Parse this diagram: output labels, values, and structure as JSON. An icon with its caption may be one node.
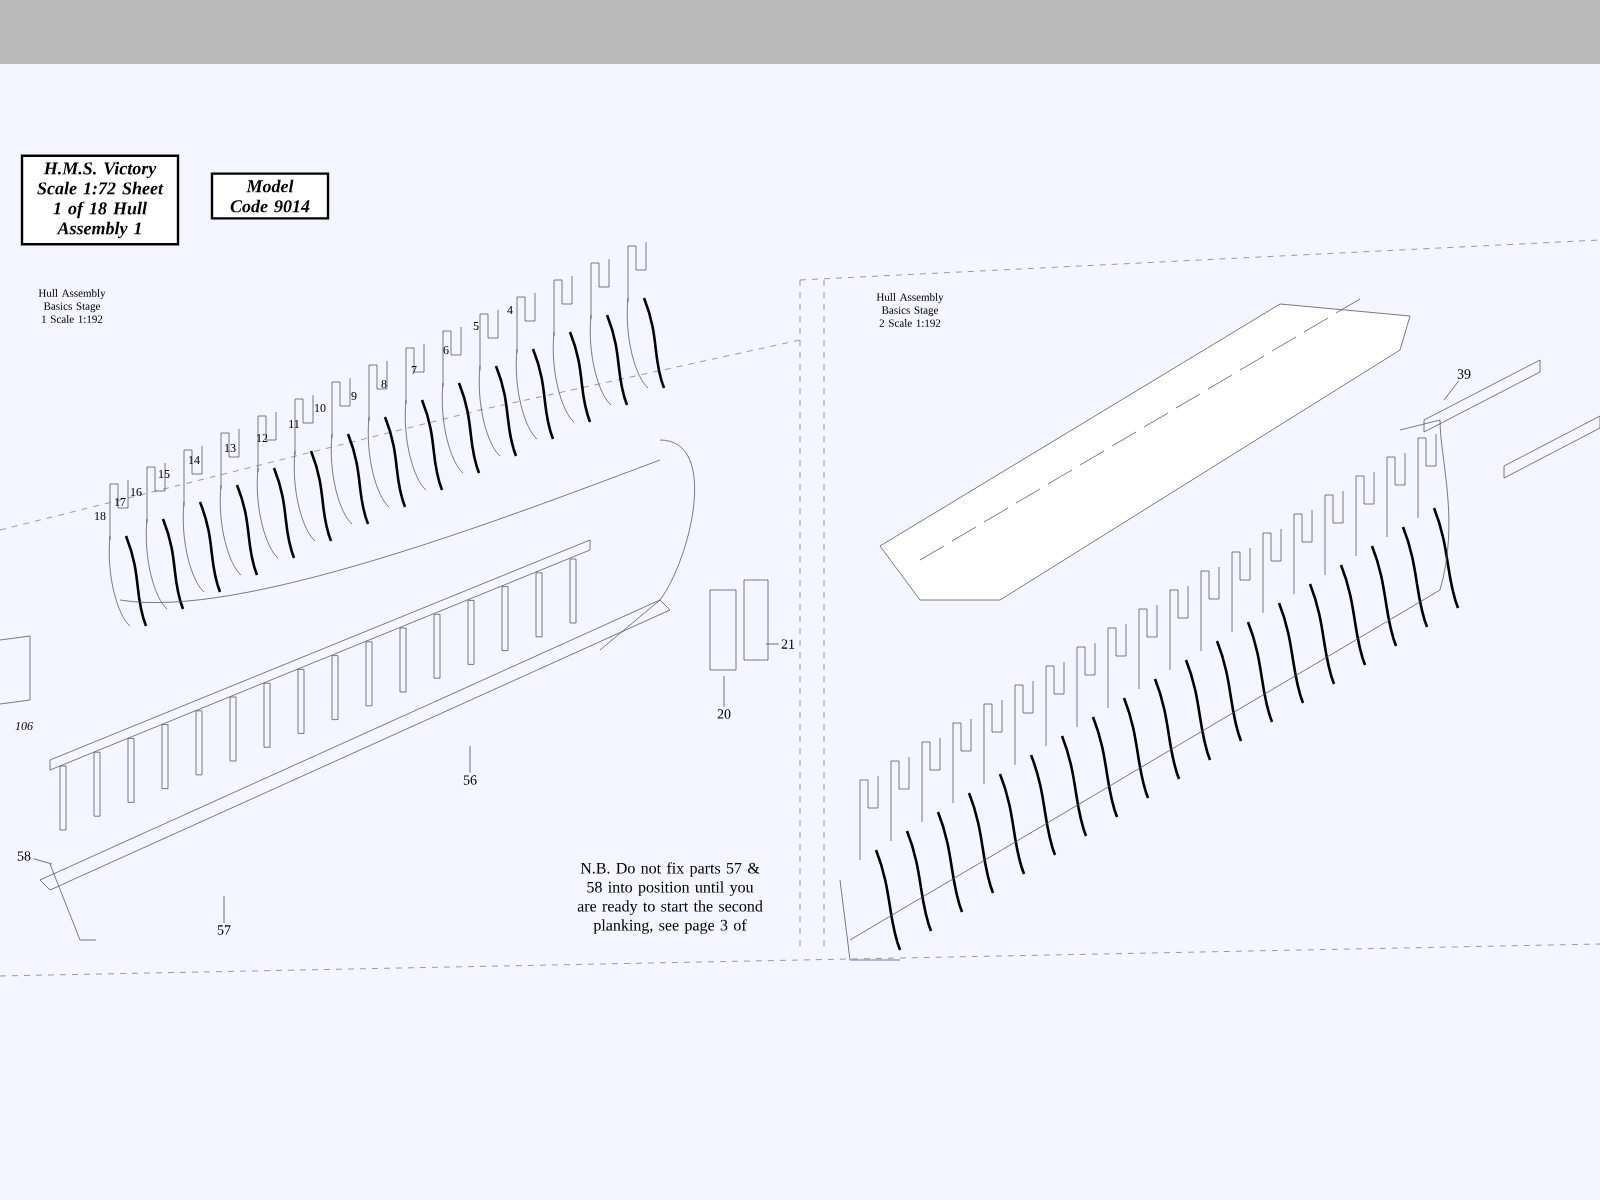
{
  "diagram": {
    "nodes": [
      {
        "text": [
          "H.M.S. Victory Scale 1:72 Sheet 1 of 18 Hull Assembly 1"
        ]
      },
      {
        "text": [
          "Model Code 9014"
        ]
      },
      {
        "text": [
          "20"
        ]
      },
      {
        "text": [
          "21"
        ]
      },
      {
        "text": [
          "56"
        ]
      },
      {
        "text": [
          "57"
        ]
      },
      {
        "text": [
          "58"
        ]
      },
      {
        "text": [
          "39"
        ]
      }
    ],
    "edges": [
      {
        "from": 2,
        "to": null,
        "arrow": "none"
      },
      {
        "from": 3,
        "to": null,
        "arrow": "none"
      },
      {
        "from": 4,
        "to": null,
        "arrow": "none"
      },
      {
        "from": 5,
        "to": null,
        "arrow": "none"
      },
      {
        "from": 6,
        "to": null,
        "arrow": "none"
      },
      {
        "from": 7,
        "to": null,
        "arrow": "none"
      }
    ],
    "labels": [
      "Hull Assembly Basics Stage 1 Scale 1:192",
      "Hull Assembly Basics Stage 2 Scale 1:192",
      "4",
      "5",
      "6",
      "7",
      "8",
      "9",
      "10",
      "11",
      "12",
      "13",
      "14",
      "15",
      "16",
      "17",
      "18",
      "106",
      "N.B. Do not fix parts 57 & 58 into position until you are ready to start the second planking, see page 3 of"
    ]
  }
}
